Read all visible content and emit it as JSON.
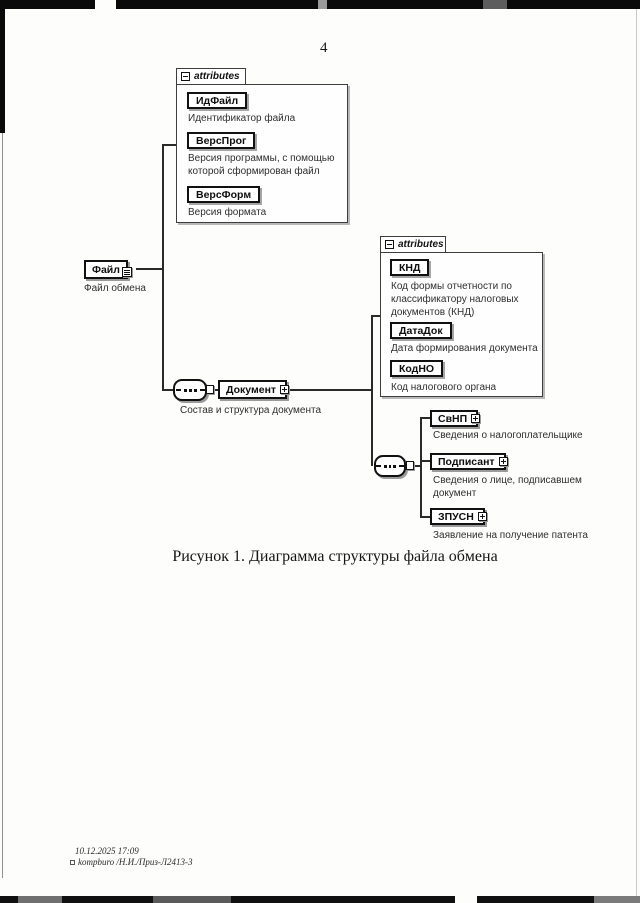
{
  "page": {
    "number": "4",
    "figure_caption": "Рисунок 1. Диаграмма структуры файла обмена"
  },
  "footer": {
    "datetime": "10.12.2025 17:09",
    "note": "kompburo /Н.И./Приз-Л2413-3"
  },
  "diagram": {
    "attributes_label": "attributes",
    "root": {
      "name": "Файл",
      "caption": "Файл обмена"
    },
    "file_attributes": {
      "items": [
        {
          "name": "ИдФайл",
          "lines": [
            "Идентификатор файла"
          ]
        },
        {
          "name": "ВерсПрог",
          "lines": [
            "Версия программы, с помощью",
            "которой сформирован файл"
          ]
        },
        {
          "name": "ВерсФорм",
          "lines": [
            "Версия формата"
          ]
        }
      ]
    },
    "document": {
      "name": "Документ",
      "caption": "Состав и структура документа"
    },
    "document_attributes": {
      "items": [
        {
          "name": "КНД",
          "lines": [
            "Код формы отчетности по",
            "классификатору налоговых",
            "документов (КНД)"
          ]
        },
        {
          "name": "ДатаДок",
          "lines": [
            "Дата формирования документа"
          ]
        },
        {
          "name": "КодНО",
          "lines": [
            "Код налогового органа"
          ]
        }
      ]
    },
    "children": [
      {
        "name": "СвНП",
        "lines": [
          "Сведения о налогоплательщике"
        ]
      },
      {
        "name": "Подписант",
        "lines": [
          "Сведения о лице, подписавшем",
          "документ"
        ]
      },
      {
        "name": "ЗПУСН",
        "lines": [
          "Заявление на получение патента"
        ]
      }
    ]
  }
}
